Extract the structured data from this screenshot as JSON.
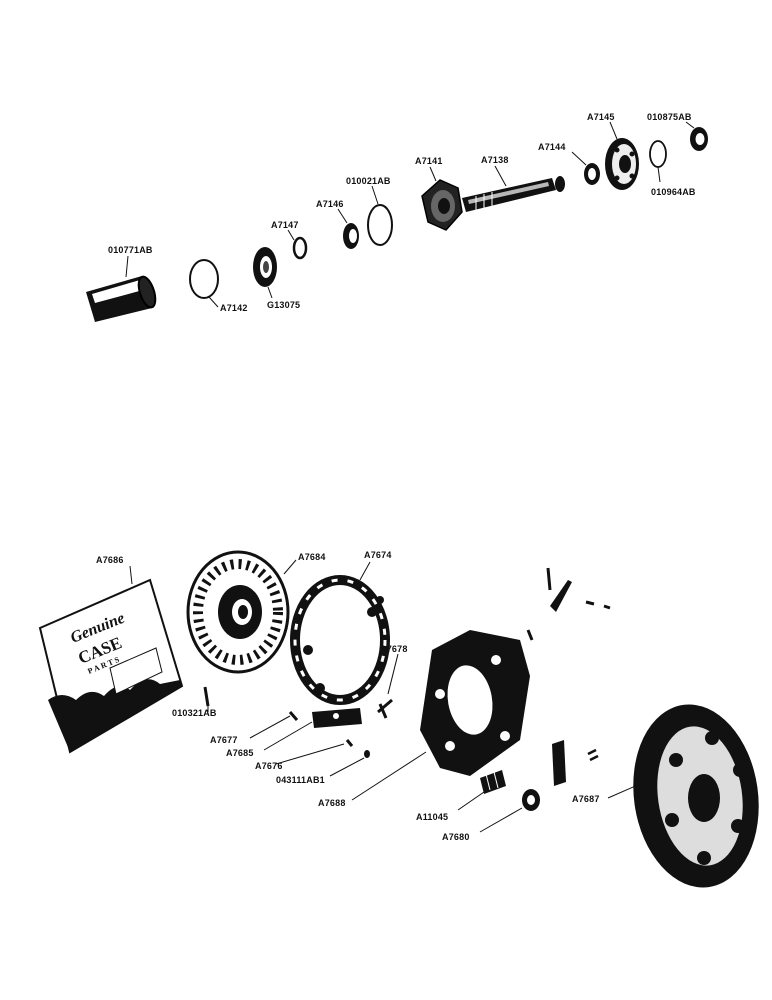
{
  "diagram": {
    "labels": {
      "p010771AB": "010771AB",
      "pA7142": "A7142",
      "pG13075": "G13075",
      "pA7147": "A7147",
      "pA7146": "A7146",
      "p010021AB": "010021AB",
      "pA7141": "A7141",
      "pA7138": "A7138",
      "pA7144": "A7144",
      "pA7145": "A7145",
      "p010875AB": "010875AB",
      "p010964AB": "010964AB",
      "pA7686": "A7686",
      "pA7684": "A7684",
      "pA7674": "A7674",
      "pA7678": "A7678",
      "p010321AB": "010321AB",
      "pA7677": "A7677",
      "pA7685": "A7685",
      "pA7676": "A7676",
      "p043111AB1": "043111AB1",
      "pA7688": "A7688",
      "pA11045": "A11045",
      "pA7680": "A7680",
      "pA7687": "A7687"
    },
    "parts_box": {
      "line1": "Genuine",
      "line2": "CASE",
      "line3": "PARTS"
    }
  }
}
